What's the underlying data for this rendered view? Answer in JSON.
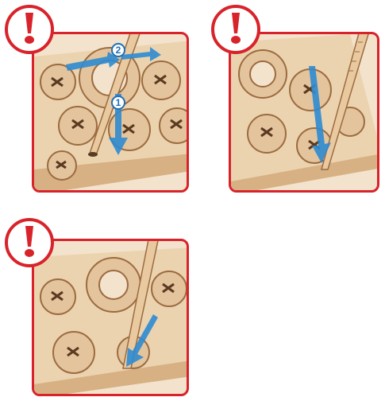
{
  "steps": [
    {
      "id": "1",
      "label": "1"
    },
    {
      "id": "2",
      "label": "2"
    }
  ],
  "colors": {
    "warning_red": "#d8232a",
    "wood_light": "#f3e3cd",
    "wood_mid": "#e3c49d",
    "wood_dark": "#9c6b3f",
    "arrow_blue": "#2d8bd1"
  },
  "icons": [
    "exclamation-warning-icon",
    "wooden-stick",
    "arrow-icon"
  ]
}
